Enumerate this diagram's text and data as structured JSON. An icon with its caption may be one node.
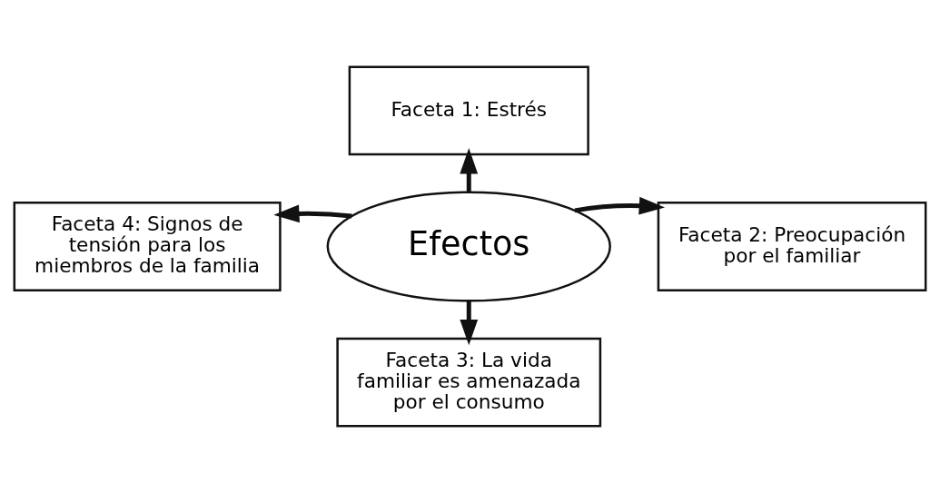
{
  "diagram": {
    "nodes": [
      {
        "text": [
          "Efectos"
        ]
      },
      {
        "text": [
          "Faceta 1: Estrés"
        ]
      },
      {
        "text": [
          "Faceta 2: Preocupación por el familiar"
        ]
      },
      {
        "text": [
          "Faceta 3: La vida familiar es amenazada por el consumo"
        ]
      },
      {
        "text": [
          "Faceta 4: Signos de tensión para los miembros de la familia"
        ]
      }
    ],
    "edges": [
      {
        "from": 0,
        "to": 1,
        "arrow": "to"
      },
      {
        "from": 0,
        "to": 2,
        "arrow": "to"
      },
      {
        "from": 0,
        "to": 3,
        "arrow": "to"
      },
      {
        "from": 0,
        "to": 4,
        "arrow": "to"
      }
    ]
  }
}
